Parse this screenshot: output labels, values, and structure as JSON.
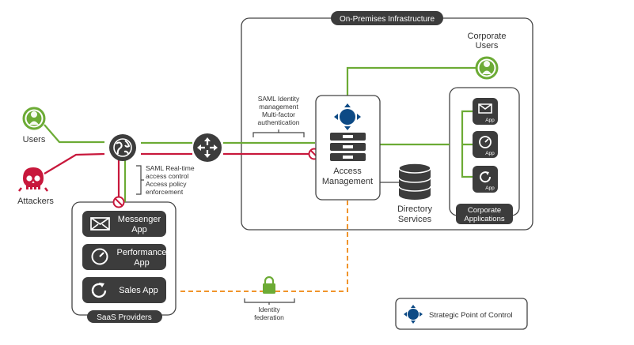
{
  "colors": {
    "green": "#6cab35",
    "red": "#c8183c",
    "orange": "#f0942b",
    "navy": "#0d4a85",
    "dark": "#3c3c3c",
    "box_border": "#444444"
  },
  "regions": {
    "on_prem_title": "On-Premises Infrastructure",
    "saas_title": "SaaS Providers",
    "corporate_apps_title_line1": "Corporate",
    "corporate_apps_title_line2": "Applications"
  },
  "actors": {
    "users": "Users",
    "attackers": "Attackers",
    "corporate_users_line1": "Corporate",
    "corporate_users_line2": "Users"
  },
  "annotations": {
    "saml_identity": [
      "SAML Identity",
      "management",
      "Multi-factor",
      "authentication"
    ],
    "saml_realtime": [
      "SAML Real-time",
      "access control",
      "Access policy",
      "enforcement"
    ],
    "identity_federation": [
      "Identity",
      "federation"
    ]
  },
  "access_management": [
    "Access",
    "Management"
  ],
  "directory_services": [
    "Directory",
    "Services"
  ],
  "saas_apps": {
    "messenger": [
      "Messenger",
      "App"
    ],
    "performance": [
      "Performance",
      "App"
    ],
    "sales": "Sales App"
  },
  "corporate_apps": {
    "app_label": "App",
    "icons": [
      "envelope-icon",
      "speedometer-icon",
      "refresh-icon"
    ]
  },
  "legend": {
    "label": "Strategic Point of Control"
  }
}
